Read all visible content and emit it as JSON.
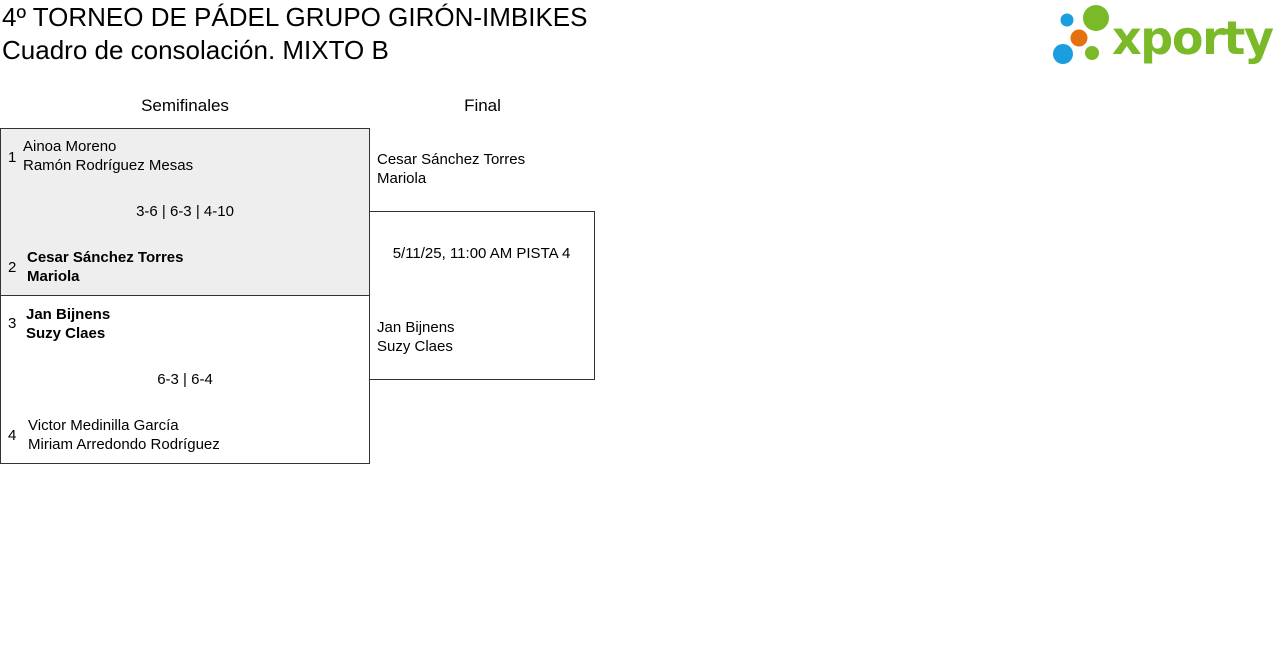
{
  "header": {
    "title": "4º TORNEO DE PÁDEL GRUPO GIRÓN-IMBIKES",
    "subtitle": "Cuadro de consolación. MIXTO B"
  },
  "logo": {
    "text": "xporty",
    "colors": {
      "green": "#7ab928",
      "blue": "#1a9ee0",
      "orange": "#e5700f"
    }
  },
  "rounds": [
    "Semifinales",
    "Final"
  ],
  "semifinals": [
    {
      "score": "3-6 | 6-3 | 4-10",
      "teams": [
        {
          "seed": "1",
          "players": [
            "Ainoa Moreno",
            "Ramón Rodríguez Mesas"
          ]
        },
        {
          "seed": "2",
          "players": [
            "Cesar Sánchez Torres",
            "Mariola"
          ]
        }
      ]
    },
    {
      "score": "6-3 | 6-4",
      "teams": [
        {
          "seed": "3",
          "players": [
            "Jan Bijnens",
            "Suzy Claes"
          ]
        },
        {
          "seed": "4",
          "players": [
            "Victor Medinilla García",
            "Miriam Arredondo Rodríguez"
          ]
        }
      ]
    }
  ],
  "final": {
    "schedule": "5/11/25, 11:00 AM PISTA 4",
    "teams": [
      {
        "players": [
          "Cesar Sánchez Torres",
          "Mariola"
        ]
      },
      {
        "players": [
          "Jan Bijnens",
          "Suzy Claes"
        ]
      }
    ]
  }
}
